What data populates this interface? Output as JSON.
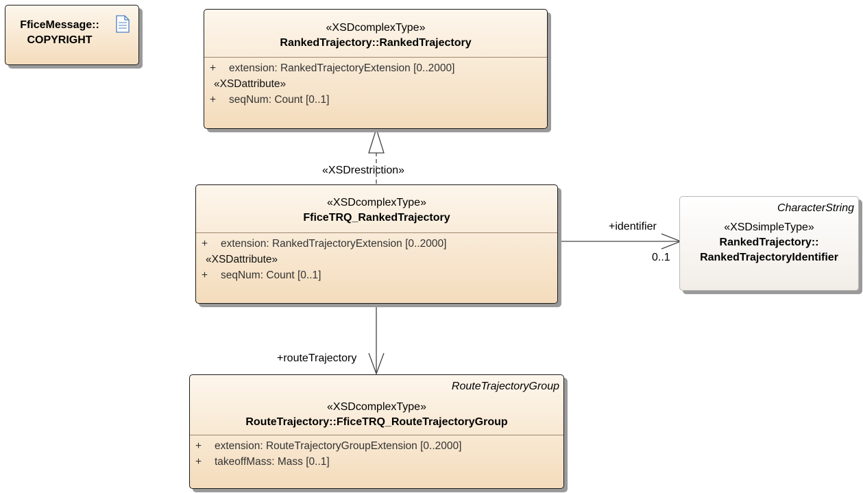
{
  "copyright": {
    "line1": "FficeMessage::",
    "line2": "COPYRIGHT",
    "icon": "note-icon"
  },
  "ranked": {
    "stereotype": "«XSDcomplexType»",
    "name": "RankedTrajectory::RankedTrajectory",
    "attr1": {
      "vis": "+",
      "text": "extension: RankedTrajectoryExtension [0..2000]"
    },
    "attr_stereotype": "«XSDattribute»",
    "attr2": {
      "vis": "+",
      "text": "seqNum: Count [0..1]"
    }
  },
  "restriction_label": "«XSDrestriction»",
  "fftrq": {
    "stereotype": "«XSDcomplexType»",
    "name": "FficeTRQ_RankedTrajectory",
    "attr1": {
      "vis": "+",
      "text": "extension: RankedTrajectoryExtension [0..2000]"
    },
    "attr_stereotype": "«XSDattribute»",
    "attr2": {
      "vis": "+",
      "text": "seqNum: Count [0..1]"
    }
  },
  "identifier": {
    "tag": "CharacterString",
    "stereotype": "«XSDsimpleType»",
    "name1": "RankedTrajectory::",
    "name2": "RankedTrajectoryIdentifier",
    "role": "+identifier",
    "multiplicity": "0..1"
  },
  "route_role": "+routeTrajectory",
  "routegroup": {
    "tag": "RouteTrajectoryGroup",
    "stereotype": "«XSDcomplexType»",
    "name": "RouteTrajectory::FficeTRQ_RouteTrajectoryGroup",
    "attr1": {
      "vis": "+",
      "text": "extension: RouteTrajectoryGroupExtension [0..2000]"
    },
    "attr2": {
      "vis": "+",
      "text": "takeoffMass: Mass [0..1]"
    }
  }
}
